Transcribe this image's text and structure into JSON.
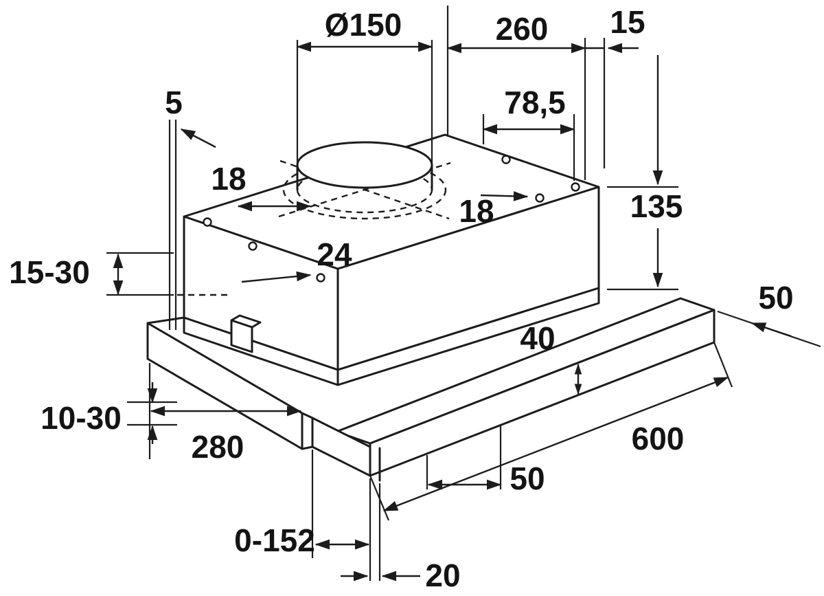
{
  "diagram": {
    "type": "technical-dimension-drawing",
    "subject": "telescopic cooker hood installation dimensions",
    "units": "mm",
    "colors": {
      "line": "#1c1c1c",
      "background": "#ffffff"
    },
    "labels": {
      "duct_diameter": "Ø150",
      "top_depth": "260",
      "top_offset": "15",
      "wall_gap": "5",
      "duct_center_offset": "78,5",
      "hole_offset_left": "18",
      "hole_offset_right": "18",
      "body_height": "135",
      "hole_offset_front": "24",
      "top_clearance_range": "15-30",
      "visor_depth": "50",
      "visor_height": "40",
      "bottom_clearance_range": "10-30",
      "body_depth": "280",
      "hood_width": "600",
      "visor_inset": "50",
      "pullout_range": "0-152",
      "endcap_width": "20"
    }
  }
}
